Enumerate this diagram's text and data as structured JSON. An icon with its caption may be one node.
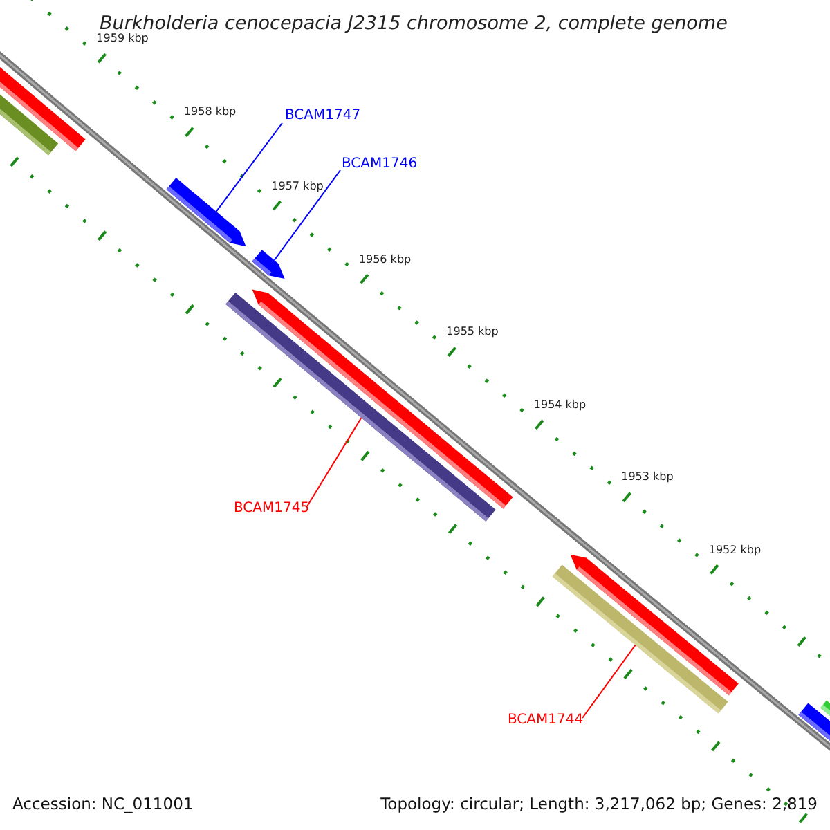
{
  "diagram": {
    "title": "Burkholderia cenocepacia J2315 chromosome 2, complete genome",
    "nodes": [
      {
        "text": [
          "BCAM1747"
        ]
      },
      {
        "text": [],
        "shape": "arrow"
      },
      {
        "text": [
          "BCAM1746"
        ]
      },
      {
        "text": [],
        "shape": "arrow"
      },
      {
        "text": [
          "BCAM1745"
        ]
      },
      {
        "text": [],
        "shape": "bar"
      },
      {
        "text": [
          "BCAM1744"
        ]
      },
      {
        "text": [],
        "shape": "bar"
      }
    ],
    "edges": [
      {
        "from": 0,
        "to": 1,
        "arrow": "none",
        "color": "#0000ff"
      },
      {
        "from": 2,
        "to": 3,
        "arrow": "none",
        "color": "#0000ff"
      },
      {
        "from": 4,
        "to": 5,
        "arrow": "none",
        "color": "#ff0000"
      },
      {
        "from": 6,
        "to": 7,
        "arrow": "none",
        "color": "#ff0000"
      }
    ],
    "labels": [
      "1959 kbp",
      "1958 kbp",
      "1957 kbp",
      "1956 kbp",
      "1955 kbp",
      "1954 kbp",
      "1953 kbp",
      "1952 kbp",
      "Accession: NC_011001",
      "Topology: circular; Length: 3,217,062 bp; Genes: 2,819"
    ]
  }
}
